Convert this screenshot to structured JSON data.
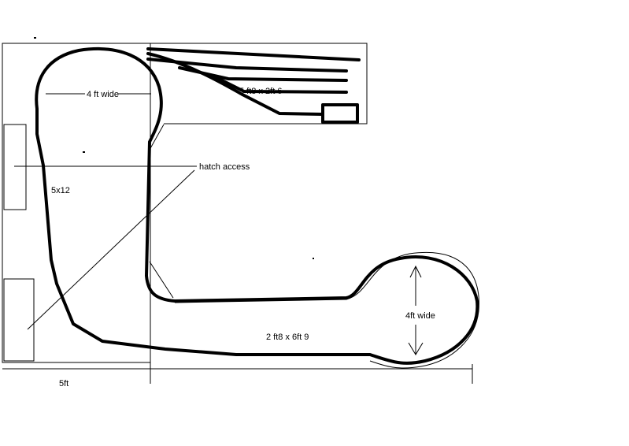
{
  "labels": {
    "four_ft_wide_top": "4 ft wide",
    "yard_size": "5 ft8 x 2ft 6",
    "hatch_access": "hatch access",
    "left_section": "5x12",
    "right_loop_width": "4ft wide",
    "bottom_section": "2 ft8 x 6ft 9",
    "bottom_dimension": "5ft"
  },
  "colors": {
    "line": "#000000",
    "background": "#ffffff"
  }
}
